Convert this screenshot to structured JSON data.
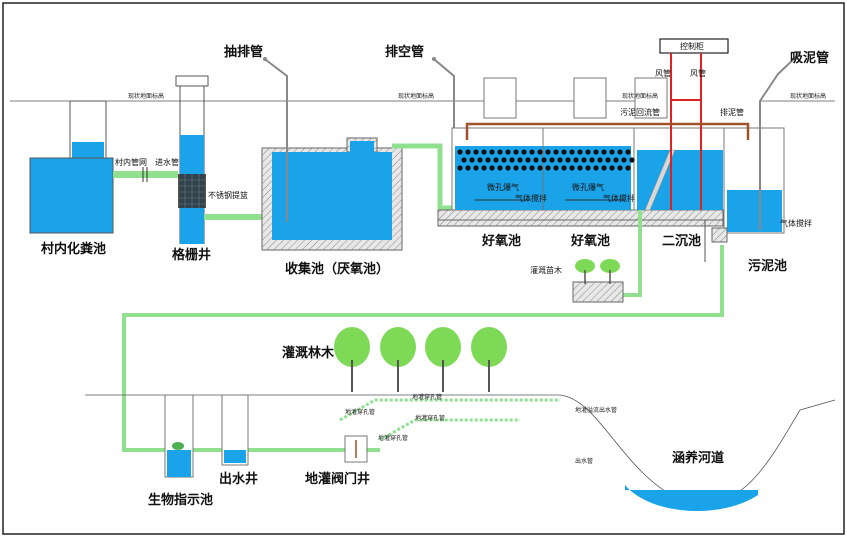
{
  "labels": {
    "village_septic": "村内化粪池",
    "village_pipe": "村内管网",
    "inlet_pipe": "进水管",
    "grille_well": "格栅井",
    "steel_basket": "不锈钢提篮",
    "pump_pipe": "抽排管",
    "vent_pipe": "排空管",
    "collection_tank": "收集池（厌氧池）",
    "aerobic_tank_1": "好氧池",
    "aerobic_tank_2": "好氧池",
    "secondary_clarifier": "二沉池",
    "sludge_tank": "污泥池",
    "control_cabinet": "控制柜",
    "air_pipe_1": "风管",
    "air_pipe_2": "风管",
    "sludge_return_pipe": "污泥回流管",
    "sludge_discharge_pipe": "排泥管",
    "sludge_suction_pipe": "吸泥管",
    "micro_aeration_1": "微孔爆气",
    "micro_aeration_2": "微孔爆气",
    "gas_stir_1": "气体搅拌",
    "gas_stir_2": "气体搅拌",
    "gas_stir_3": "气体搅拌",
    "ground_label_1": "现状地面标高",
    "ground_label_2": "现状地面标高",
    "ground_label_3": "现状地面标高",
    "ground_label_4": "现状地面标高",
    "seedling_irrigation": "灌溉苗木",
    "forest_irrigation": "灌溉林木",
    "perforated_pipe_1": "地灌穿孔管",
    "perforated_pipe_2": "地灌穿孔管",
    "perforated_pipe_3": "地灌穿孔管",
    "perforated_pipe_4": "地灌穿孔管",
    "overflow_outlet": "地灌溢流出水管",
    "outlet_pipe": "出水管",
    "bio_indicator_pond": "生物指示池",
    "outlet_well": "出水井",
    "valve_well": "地灌阀门井",
    "river": "涵养河道"
  },
  "colors": {
    "water": "#1aa3e8",
    "pipe_green": "#90e090",
    "pipe_red": "#dd2222",
    "pipe_brown": "#a0522d",
    "concrete": "#b0b0b0",
    "tree": "#7ed957"
  }
}
